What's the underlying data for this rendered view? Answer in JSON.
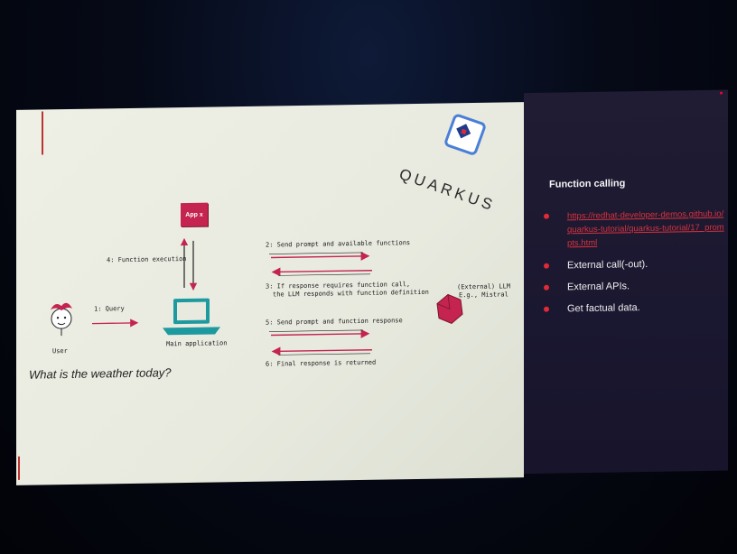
{
  "slide": {
    "brand": "QUARKUS",
    "app_box": "App x",
    "question": "What is the weather today?",
    "labels": {
      "query": "1: Query",
      "user": "User",
      "main_app": "Main application",
      "function_exec": "4: Function execution",
      "step2": "2: Send prompt and available functions",
      "step3_line1": "3: If response requires function call,",
      "step3_line2": "the LLM responds with function definition",
      "step5": "5: Send prompt and function response",
      "step6": "6: Final response is returned",
      "llm_line1": "(External) LLM",
      "llm_line2": "E.g., Mistral"
    },
    "colors": {
      "accent": "#c4244f",
      "laptop": "#1d9aa0",
      "bullet": "#e02a36"
    }
  },
  "panel": {
    "title": "Function calling",
    "bullets": [
      "https://redhat-developer-demos.github.io/quarkus-tutorial/quarkus-tutorial/17_prompts.html",
      "External call(-out).",
      "External APIs.",
      "Get factual data."
    ]
  }
}
